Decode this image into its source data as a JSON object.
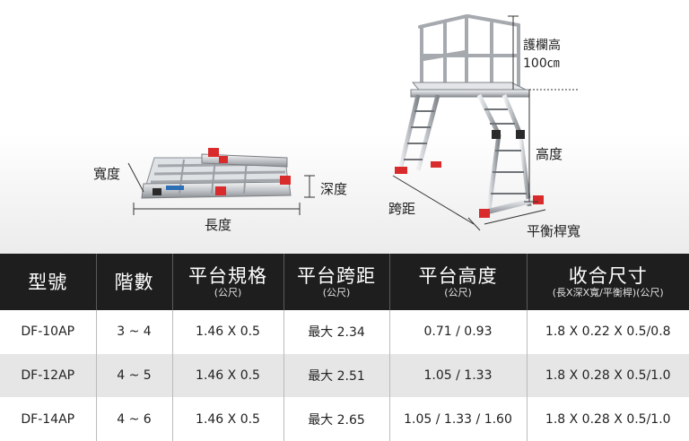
{
  "labels": {
    "width": "寬度",
    "depth": "深度",
    "length": "長度",
    "railing_height": "護欄高",
    "railing_value": "100㎝",
    "height": "高度",
    "span": "跨距",
    "stabilizer_width": "平衡桿寬"
  },
  "table": {
    "headers": [
      {
        "title": "型號",
        "unit": ""
      },
      {
        "title": "階數",
        "unit": ""
      },
      {
        "title": "平台規格",
        "unit": "(公尺)"
      },
      {
        "title": "平台跨距",
        "unit": "(公尺)"
      },
      {
        "title": "平台高度",
        "unit": "(公尺)"
      },
      {
        "title": "收合尺寸",
        "unit": "(長X深X寬/平衡桿)(公尺)"
      }
    ],
    "rows": [
      [
        "DF-10AP",
        "3 ~ 4",
        "1.46 X 0.5",
        "最大 2.34",
        "0.71 / 0.93",
        "1.8 X 0.22 X 0.5/0.8"
      ],
      [
        "DF-12AP",
        "4 ~ 5",
        "1.46 X 0.5",
        "最大 2.51",
        "1.05 / 1.33",
        "1.8 X 0.28 X 0.5/1.0"
      ],
      [
        "DF-14AP",
        "4 ~ 6",
        "1.46 X 0.5",
        "最大 2.65",
        "1.05 / 1.33 / 1.60",
        "1.8 X 0.28 X 0.5/1.0"
      ]
    ]
  },
  "colors": {
    "header_bg": "#1e1e1e",
    "row_alt": "#e6e6e6",
    "accent_red": "#d92b2b",
    "aluminum": "#c9ccd0"
  }
}
